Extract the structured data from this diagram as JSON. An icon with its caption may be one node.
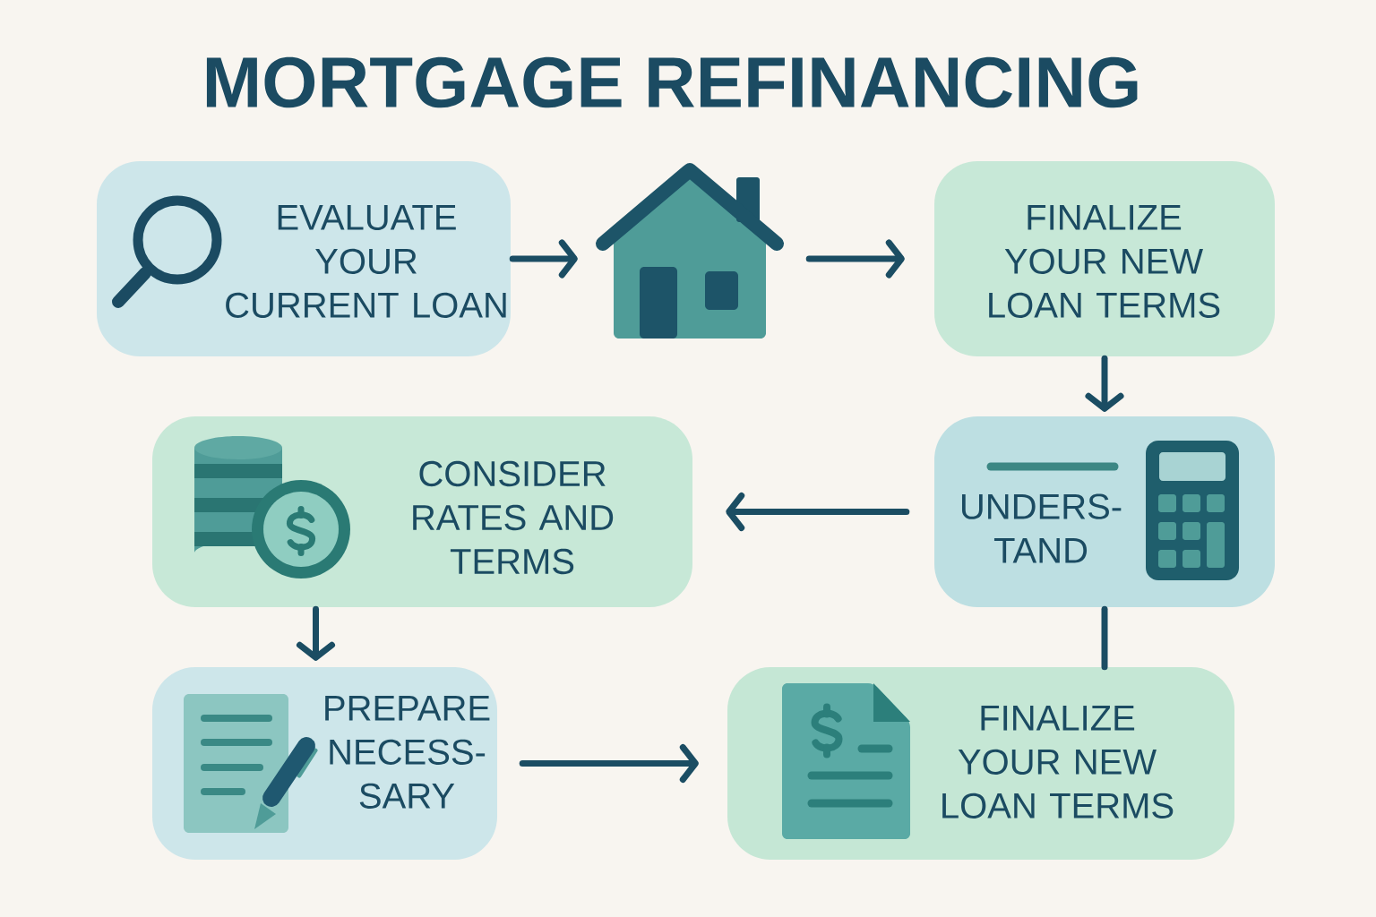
{
  "diagram": {
    "title": "MORTGAGE REFINANCING",
    "nodes": [
      {
        "text": [
          "EVALUATE YOUR CURRENT LOAN"
        ]
      },
      {
        "text": [],
        "shape": "picture"
      },
      {
        "text": [
          "FINALIZE YOUR NEW LOAN TERMS"
        ]
      },
      {
        "text": [
          "UNDERS- TAND"
        ]
      },
      {
        "text": [
          "CONSIDER RATES AND TERMS"
        ]
      },
      {
        "text": [
          "PREPARE NECESS- SARY"
        ]
      },
      {
        "text": [
          "FINALIZE YOUR NEW LOAN TERMS"
        ]
      }
    ],
    "edges": [
      {
        "from": 0,
        "to": 1,
        "arrow": "to"
      },
      {
        "from": 1,
        "to": 2,
        "arrow": "to"
      },
      {
        "from": 2,
        "to": 3,
        "arrow": "to"
      },
      {
        "from": 3,
        "to": 4,
        "arrow": "to"
      },
      {
        "from": 4,
        "to": 5,
        "arrow": "to"
      },
      {
        "from": 5,
        "to": 6,
        "arrow": "to"
      },
      {
        "from": 3,
        "to": 6,
        "arrow": "none"
      }
    ]
  }
}
